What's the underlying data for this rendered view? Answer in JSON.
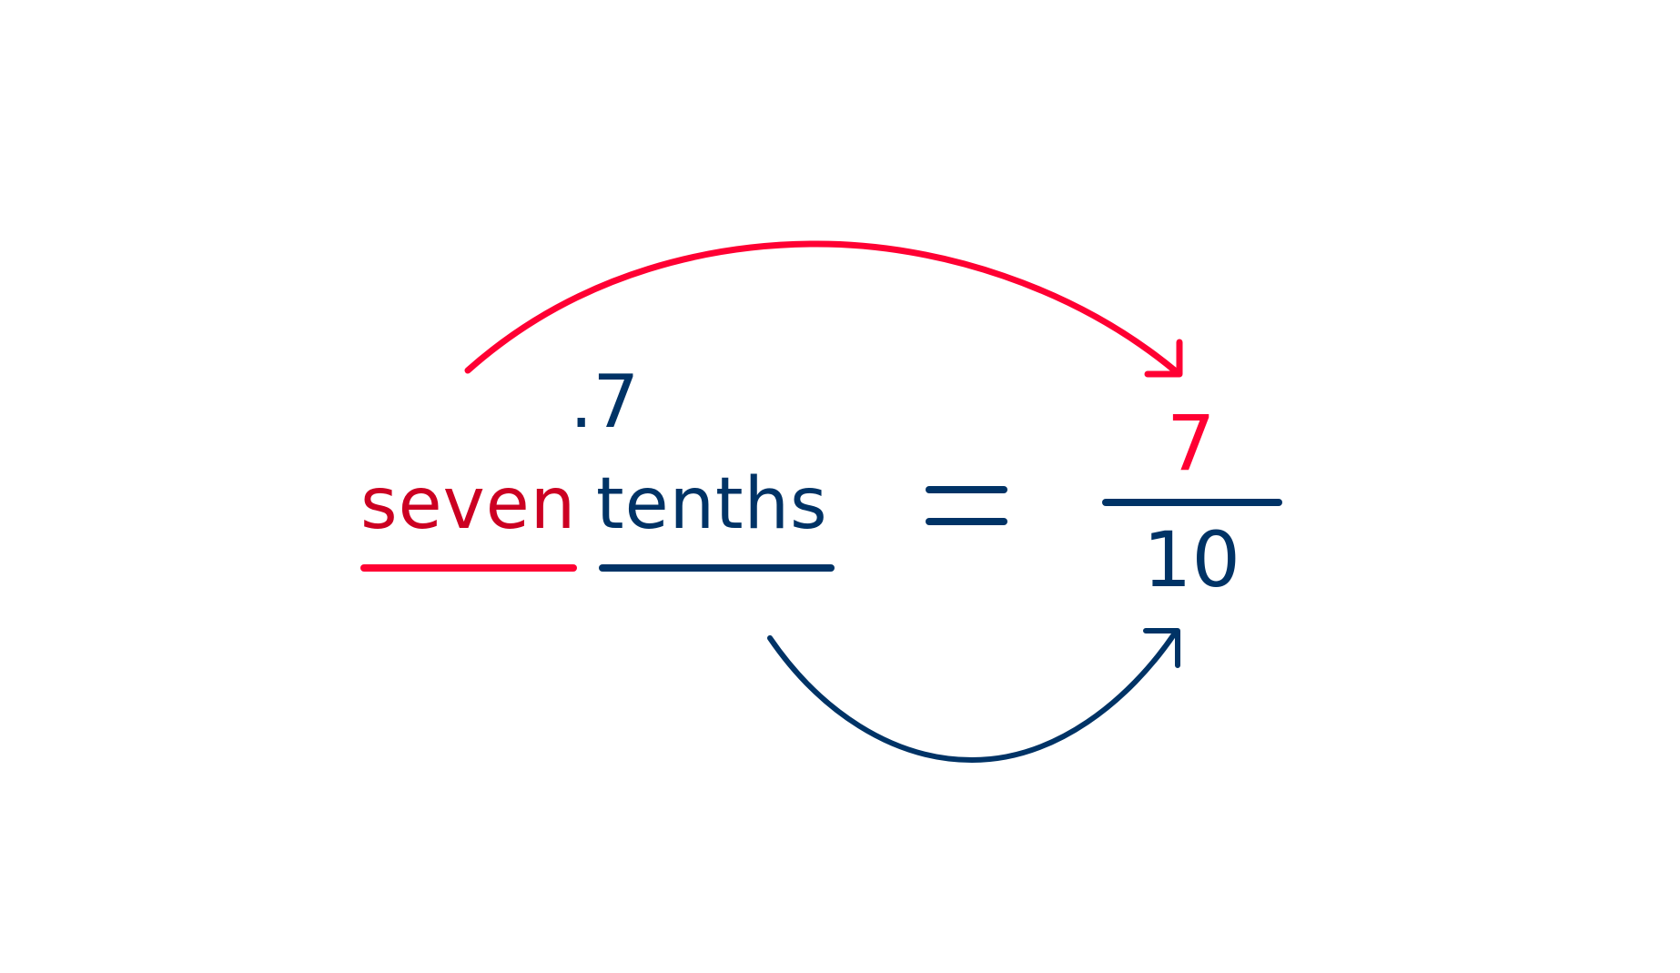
{
  "colors": {
    "red": "#ff0033",
    "dark_red": "#cc0022",
    "navy": "#003366",
    "background": "#ffffff"
  },
  "diagram": {
    "decimal": ".7",
    "words": {
      "numerator_word": "seven",
      "place_word": "tenths"
    },
    "equals": "=",
    "fraction": {
      "numerator": "7",
      "denominator": "10"
    },
    "arrows": [
      {
        "name": "seven-to-numerator",
        "color": "red",
        "direction": "over"
      },
      {
        "name": "tenths-to-denominator",
        "color": "navy",
        "direction": "under"
      }
    ]
  }
}
